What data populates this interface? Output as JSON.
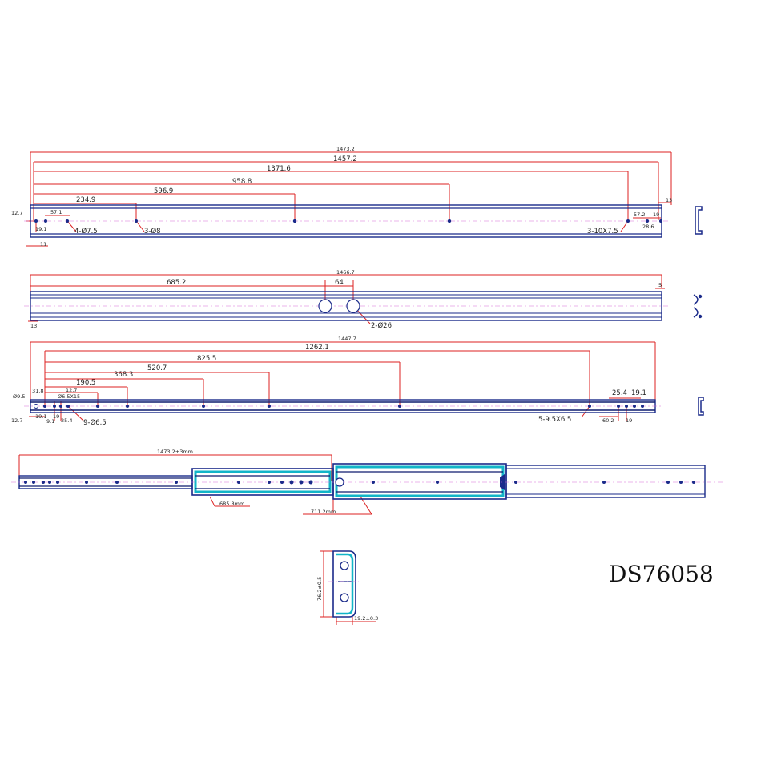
{
  "model_number": "DS76058",
  "outer_rail": {
    "dims": [
      "1473.2",
      "1457.2",
      "1371.6",
      "958.8",
      "596.9",
      "234.9",
      "57.1",
      "12.7",
      "19.1",
      "11",
      "13",
      "57.2",
      "19",
      "28.6"
    ],
    "callouts": [
      "4-Ø7.5",
      "3-Ø8",
      "3-10X7.5"
    ]
  },
  "middle_rail": {
    "dims": [
      "1466.7",
      "685.2",
      "64",
      "5",
      "13"
    ],
    "callouts": [
      "2-Ø26"
    ]
  },
  "inner_rail": {
    "dims": [
      "1447.7",
      "1262.1",
      "825.5",
      "520.7",
      "368.3",
      "190.5",
      "31.8",
      "12.7",
      "Ø6.5X15",
      "Ø9.5",
      "12.7",
      "19.1",
      "9.1",
      "19",
      "25.4",
      "25.4",
      "19.1",
      "60.2",
      "19"
    ],
    "callouts": [
      "9-Ø6.5",
      "5-9.5X6.5"
    ]
  },
  "assembly": {
    "dims": [
      "1473.2±3mm",
      "685.8mm",
      "711.2mm"
    ]
  },
  "section": {
    "dims": [
      "76.2±0.5",
      "19.2±0.3"
    ]
  },
  "colors": {
    "dimension_line": "#d22222",
    "outline": "#1a2a8a",
    "centerline": "#d86bd8",
    "cyan_highlight": "#12b5c8"
  }
}
